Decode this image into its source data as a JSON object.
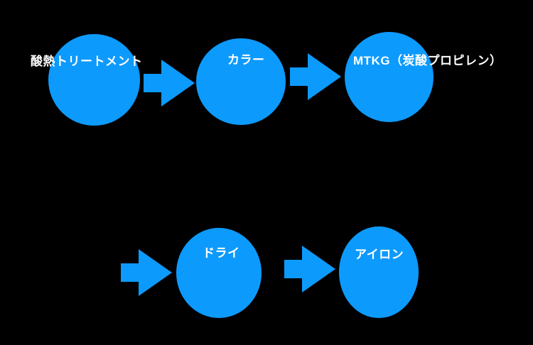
{
  "canvas": {
    "background_color": "#000000"
  },
  "colors": {
    "node_fill": "#0d9afd",
    "arrow_fill": "#0d9afd",
    "label_text": "#ffffff"
  },
  "diagram": {
    "type": "flowchart",
    "direction": "left-to-right",
    "rows": 2,
    "nodes": [
      {
        "id": "step-1",
        "shape": "circle",
        "row": 1,
        "label": "酸熱トリートメント"
      },
      {
        "id": "step-2",
        "shape": "circle",
        "row": 1,
        "label": "カラー"
      },
      {
        "id": "step-3",
        "shape": "circle",
        "row": 1,
        "label": "MTKG（炭酸プロピレン）"
      },
      {
        "id": "step-4",
        "shape": "circle",
        "row": 2,
        "label": "ドライ"
      },
      {
        "id": "step-5",
        "shape": "circle",
        "row": 2,
        "label": "アイロン"
      }
    ],
    "connections": [
      {
        "from": "step-1",
        "to": "step-2",
        "type": "arrow-right"
      },
      {
        "from": "step-2",
        "to": "step-3",
        "type": "arrow-right"
      },
      {
        "from": null,
        "to": "step-4",
        "type": "arrow-right"
      },
      {
        "from": "step-4",
        "to": "step-5",
        "type": "arrow-right"
      }
    ]
  }
}
